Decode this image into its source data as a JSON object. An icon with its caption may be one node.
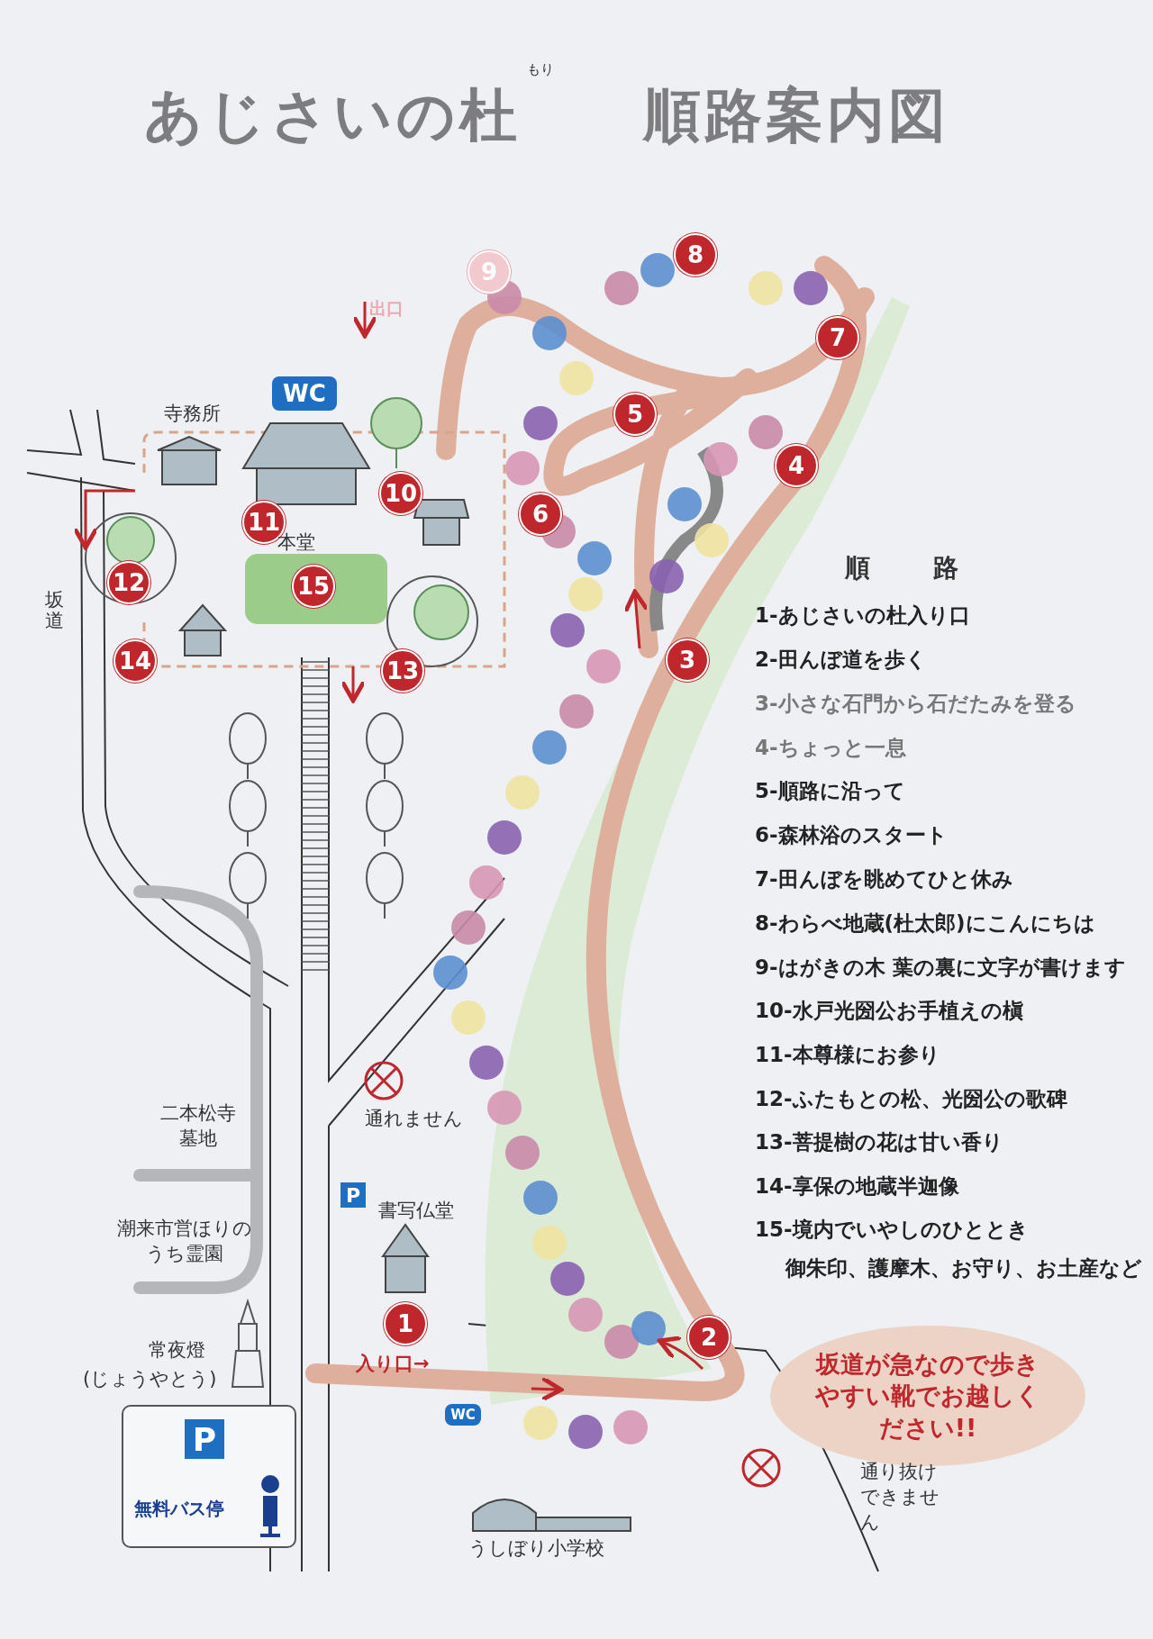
{
  "diagram": {
    "title": "あじさいの杜 順路案内図",
    "nodes": [
      {
        "text": [
          "8"
        ]
      },
      {
        "text": [
          "9"
        ]
      },
      {
        "text": [
          "7"
        ]
      },
      {
        "text": [
          "WC"
        ]
      },
      {
        "text": [
          "5"
        ]
      },
      {
        "text": [
          "4"
        ]
      },
      {
        "text": [
          "10"
        ]
      },
      {
        "text": [
          "6"
        ]
      },
      {
        "text": [
          "11"
        ]
      },
      {
        "text": [
          "12"
        ]
      },
      {
        "text": [
          "15"
        ]
      },
      {
        "text": [
          "3"
        ]
      },
      {
        "text": [
          "14"
        ]
      },
      {
        "text": [
          "13"
        ]
      },
      {
        "text": [
          "P"
        ]
      },
      {
        "text": [
          "1"
        ]
      },
      {
        "text": [
          "2"
        ]
      },
      {
        "text": [
          "坂道が急なので歩きやすい靴でお越しください!!"
        ]
      },
      {
        "text": [
          "P",
          "無料バス停"
        ]
      },
      {
        "text": [
          "WC"
        ]
      }
    ],
    "labels": [
      "もり",
      "寺務所",
      "出口",
      "本堂",
      "坂道",
      "順 路",
      "1-あじさいの杜入り口",
      "2-田んぼ道を歩く",
      "3-小さな石門から石だたみを登る",
      "4-ちょっと一息",
      "5-順路に沿って",
      "6-森林浴のスタート",
      "7-田んぼを眺めてひと休み",
      "8-わらべ地蔵(杜太郎)にこんにちは",
      "9-はがきの木 葉の裏に文字が書けます",
      "10-水戸光圀公お手植えの槇",
      "11-本尊様にお参り",
      "12-ふたもとの松、光圀公の歌碑",
      "13-菩提樹の花は甘い香り",
      "14-享保の地蔵半迦像",
      "15-境内でいやしのひととき",
      "御朱印、護摩木、お守り、お土産など",
      "二本松寺墓地",
      "通れません",
      "書写仏堂",
      "潮来市営ほりのうち霊園",
      "常夜燈",
      "(じょうやとう)",
      "入り口→",
      "通り抜けできません",
      "うしぼり小学校"
    ]
  }
}
